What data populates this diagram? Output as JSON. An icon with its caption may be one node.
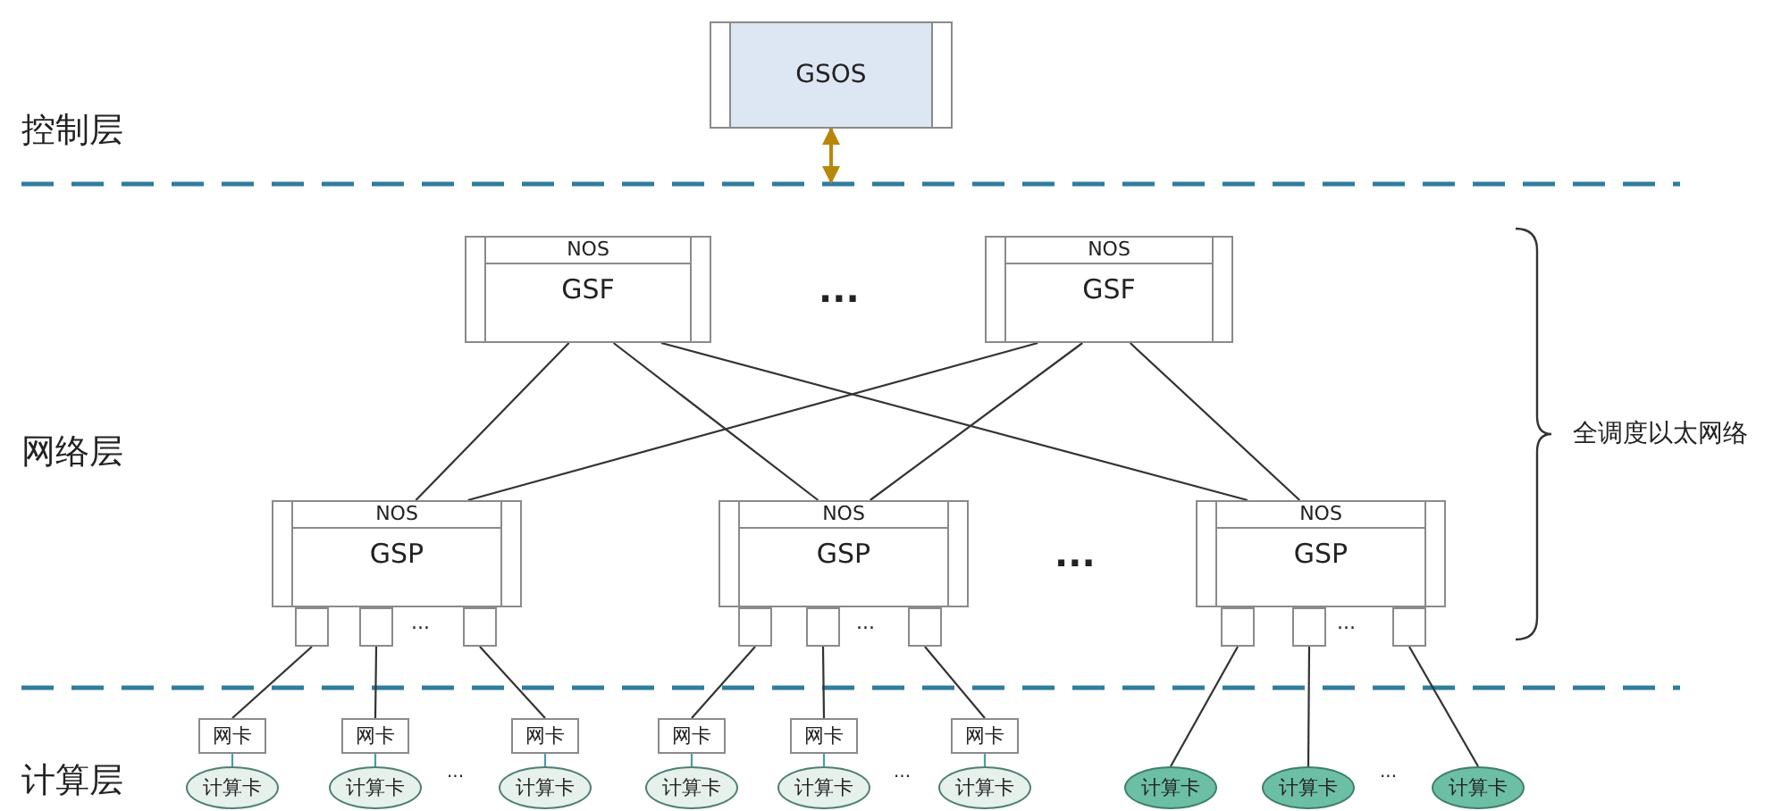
{
  "diagram": {
    "nodes": [
      {
        "text": [
          "GSOS"
        ]
      },
      {
        "text": [
          "NOS",
          "GSF"
        ]
      },
      {
        "text": [
          "NOS",
          "GSF"
        ]
      },
      {
        "text": [
          "NOS",
          "GSP"
        ]
      },
      {
        "text": [
          "NOS",
          "GSP"
        ]
      },
      {
        "text": [
          "NOS",
          "GSP"
        ]
      },
      {
        "text": [],
        "shape": "box"
      },
      {
        "text": [],
        "shape": "box"
      },
      {
        "text": [],
        "shape": "box"
      },
      {
        "text": [],
        "shape": "box"
      },
      {
        "text": [],
        "shape": "box"
      },
      {
        "text": [],
        "shape": "box"
      },
      {
        "text": [],
        "shape": "box"
      },
      {
        "text": [],
        "shape": "box"
      },
      {
        "text": [],
        "shape": "box"
      },
      {
        "text": [
          "网卡"
        ]
      },
      {
        "text": [
          "网卡"
        ]
      },
      {
        "text": [
          "网卡"
        ]
      },
      {
        "text": [
          "网卡"
        ]
      },
      {
        "text": [
          "网卡"
        ]
      },
      {
        "text": [
          "网卡"
        ]
      },
      {
        "text": [
          "计算卡"
        ]
      },
      {
        "text": [
          "计算卡"
        ]
      },
      {
        "text": [
          "计算卡"
        ]
      },
      {
        "text": [
          "计算卡"
        ]
      },
      {
        "text": [
          "计算卡"
        ]
      },
      {
        "text": [
          "计算卡"
        ]
      },
      {
        "text": [
          "计算卡"
        ]
      },
      {
        "text": [
          "计算卡"
        ]
      },
      {
        "text": [
          "计算卡"
        ]
      }
    ],
    "edges": [
      {
        "from": 0,
        "to": null,
        "arrow": "both",
        "color": "#b8860b"
      },
      {
        "from": 1,
        "to": 3,
        "arrow": "none"
      },
      {
        "from": 1,
        "to": 4,
        "arrow": "none"
      },
      {
        "from": 1,
        "to": 5,
        "arrow": "none"
      },
      {
        "from": 2,
        "to": 3,
        "arrow": "none"
      },
      {
        "from": 2,
        "to": 4,
        "arrow": "none"
      },
      {
        "from": 2,
        "to": 5,
        "arrow": "none"
      },
      {
        "from": 6,
        "to": 15,
        "arrow": "none"
      },
      {
        "from": 7,
        "to": 16,
        "arrow": "none"
      },
      {
        "from": 8,
        "to": 17,
        "arrow": "none"
      },
      {
        "from": 9,
        "to": 18,
        "arrow": "none"
      },
      {
        "from": 10,
        "to": 19,
        "arrow": "none"
      },
      {
        "from": 11,
        "to": 20,
        "arrow": "none"
      },
      {
        "from": 12,
        "to": 27,
        "arrow": "none"
      },
      {
        "from": 13,
        "to": 28,
        "arrow": "none"
      },
      {
        "from": 14,
        "to": 29,
        "arrow": "none"
      },
      {
        "from": 15,
        "to": 21,
        "arrow": "none",
        "color": "#4a9bb0"
      },
      {
        "from": 16,
        "to": 22,
        "arrow": "none",
        "color": "#4a9bb0"
      },
      {
        "from": 17,
        "to": 23,
        "arrow": "none",
        "color": "#4a9bb0"
      },
      {
        "from": 18,
        "to": 24,
        "arrow": "none",
        "color": "#4a9bb0"
      },
      {
        "from": 19,
        "to": 25,
        "arrow": "none",
        "color": "#4a9bb0"
      },
      {
        "from": 20,
        "to": 26,
        "arrow": "none",
        "color": "#4a9bb0"
      }
    ],
    "labels": [
      "控制层",
      "...",
      "网络层",
      "全调度以太网络",
      "...",
      "...",
      "...",
      "...",
      "计算层",
      "...",
      "...",
      "..."
    ]
  }
}
